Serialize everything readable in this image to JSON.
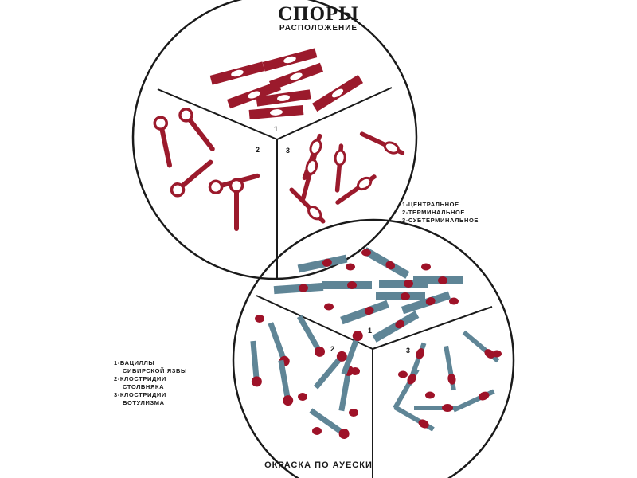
{
  "title": "СПОРЫ",
  "subtitle": "РАСПОЛОЖЕНИЕ",
  "bottom_caption": "ОКРАСКА ПО АУЕСКИ",
  "colors": {
    "red_cell": "#9b1a2c",
    "blue_cell": "#5f8596",
    "spore_red": "#9e1228",
    "spore_white": "#ffffff",
    "outline": "#1a1a1a"
  },
  "top_circle": {
    "segment_labels": [
      "1",
      "2",
      "3"
    ],
    "legend": [
      "1-ЦЕНТРАЛЬНОЕ",
      "2-ТЕРМИНАЛЬНОЕ",
      "3-СУБТЕРМИНАЛЬНОЕ"
    ]
  },
  "bottom_circle": {
    "segment_labels": [
      "1",
      "2",
      "3"
    ],
    "legend": [
      {
        "line1": "1-БАЦИЛЛЫ",
        "line2": "СИБИРСКОЙ ЯЗВЫ"
      },
      {
        "line1": "2-КЛОСТРИДИИ",
        "line2": "СТОЛБНЯКА"
      },
      {
        "line1": "3-КЛОСТРИДИИ",
        "line2": "БОТУЛИЗМА"
      }
    ]
  }
}
